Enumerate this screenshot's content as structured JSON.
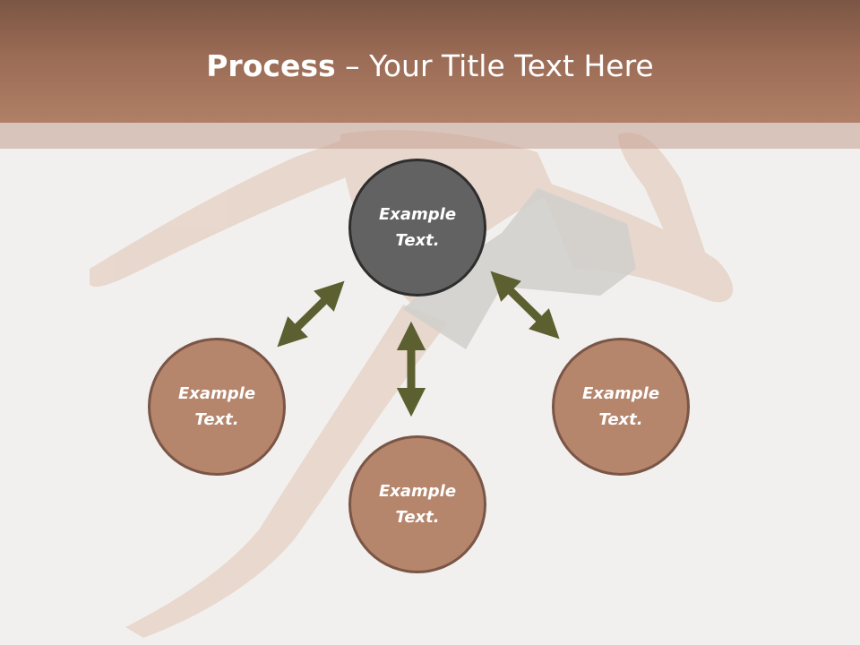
{
  "title": {
    "bold": "Process",
    "rest": " – Your Title Text Here"
  },
  "nodes": {
    "center": "Example Text.",
    "left": "Example Text.",
    "bottom": "Example Text.",
    "right": "Example Text."
  },
  "colors": {
    "title_bar": "#9a6b55",
    "center_fill": "#626262",
    "node_fill": "#b5856c",
    "node_border": "#7a5647",
    "arrow": "#5c6030"
  },
  "icons": [
    "double-arrow-icon"
  ]
}
